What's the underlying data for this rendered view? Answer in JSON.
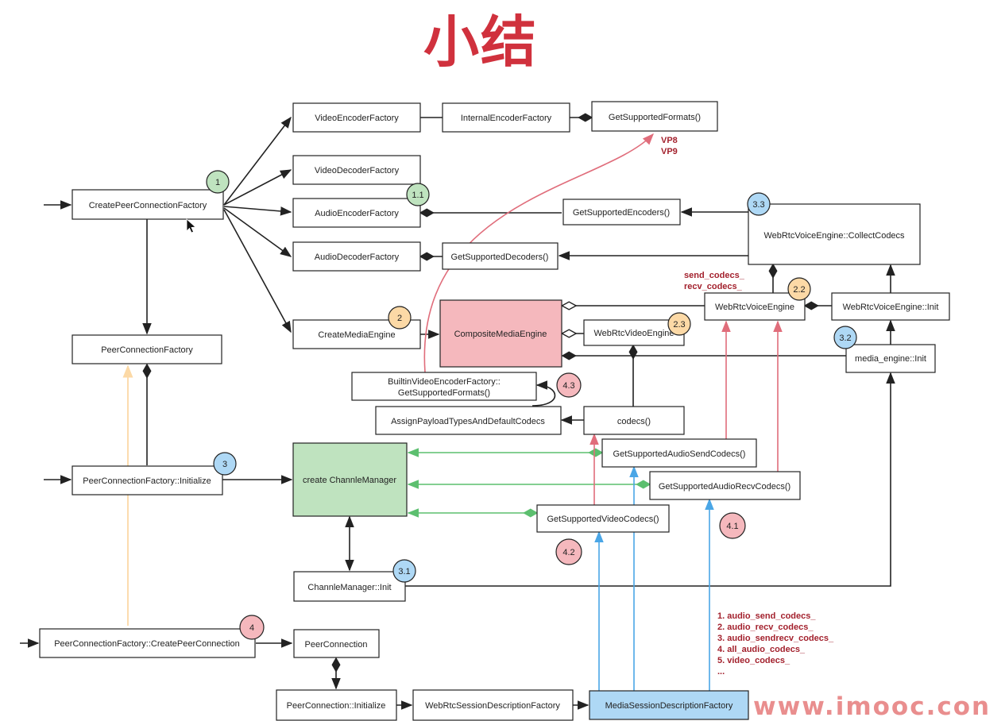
{
  "title": "小结",
  "watermark": "www.imooc.con",
  "colors": {
    "title": "#d0313d",
    "green_fill": "#bfe3bf",
    "pink_fill": "#f5b8bd",
    "blue_fill": "#aed8f5",
    "orange_fill": "#fcd9a6",
    "red_arrow": "#e06d7b",
    "blue_arrow": "#4aa6e6",
    "green_arrow": "#5cbf6f",
    "yellow_line": "#fcd9a6",
    "note": "#a3212d"
  },
  "boxes": {
    "create_pcf": "CreatePeerConnectionFactory",
    "pcf": "PeerConnectionFactory",
    "pcf_init": "PeerConnectionFactory::Initialize",
    "pcf_create_pc": "PeerConnectionFactory::CreatePeerConnection",
    "video_enc_factory": "VideoEncoderFactory",
    "internal_enc_factory": "InternalEncoderFactory",
    "get_supported_formats": "GetSupportedFormats()",
    "video_dec_factory": "VideoDecoderFactory",
    "audio_enc_factory": "AudioEncoderFactory",
    "get_supported_encoders": "GetSupportedEncoders()",
    "audio_dec_factory": "AudioDecoderFactory",
    "get_supported_decoders": "GetSupportedDecoders()",
    "collect_codecs": "WebRtcVoiceEngine::CollectCodecs",
    "create_media_engine": "CreateMediaEngine",
    "composite_media_engine": "CompositeMediaEngine",
    "voice_engine": "WebRtcVoiceEngine",
    "voice_engine_init": "WebRtcVoiceEngine::Init",
    "video_engine": "WebRtcVideoEngine",
    "media_engine_init": "media_engine::Init",
    "builtin_line1": "BuiltinVideoEncoderFactory::",
    "builtin_line2": "GetSupportedFormats()",
    "assign_payload": "AssignPayloadTypesAndDefaultCodecs",
    "codecs": "codecs()",
    "create_channel_manager": "create ChannleManager",
    "get_audio_send": "GetSupportedAudioSendCodecs()",
    "get_audio_recv": "GetSupportedAudioRecvCodecs()",
    "get_video_codecs": "GetSupportedVideoCodecs()",
    "channel_manager_init": "ChannleManager::Init",
    "peer_connection": "PeerConnection",
    "pc_init": "PeerConnection::Initialize",
    "webrtc_sdf": "WebRtcSessionDescriptionFactory",
    "media_sdf": "MediaSessionDescriptionFactory"
  },
  "badges": {
    "b1": "1",
    "b1_1": "1.1",
    "b2": "2",
    "b2_2": "2.2",
    "b2_3": "2.3",
    "b3": "3",
    "b3_1": "3.1",
    "b3_2": "3.2",
    "b3_3": "3.3",
    "b4": "4",
    "b4_1": "4.1",
    "b4_2": "4.2",
    "b4_3": "4.3"
  },
  "notes": {
    "vp8": "VP8",
    "vp9": "VP9",
    "send_codecs": "send_codecs_",
    "recv_codecs": "recv_codecs_",
    "codec_list": [
      "1. audio_send_codecs_",
      "2. audio_recv_codecs_",
      "3. audio_sendrecv_codecs_",
      "4. all_audio_codecs_",
      "5. video_codecs_",
      "..."
    ]
  }
}
